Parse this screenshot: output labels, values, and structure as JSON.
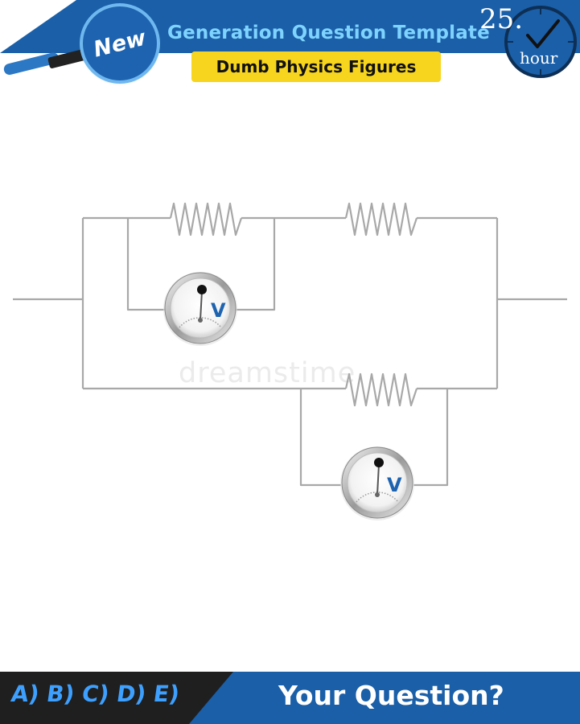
{
  "header": {
    "badge": "New",
    "title": "Generation Question Template",
    "subtitle": "Dumb Physics Figures",
    "clock_number": "25.",
    "clock_unit": "hour"
  },
  "circuit": {
    "meter_label_1": "V",
    "meter_label_2": "V",
    "watermark": "dreamstime"
  },
  "footer": {
    "answers": "A) B) C) D) E)",
    "question": "Your Question?"
  },
  "colors": {
    "brand_blue": "#1a5fa8",
    "highlight_yellow": "#f7d51e",
    "title_blue": "#7fd3ff",
    "answer_blue": "#3da0ff",
    "footer_dark": "#1f1f1f"
  }
}
